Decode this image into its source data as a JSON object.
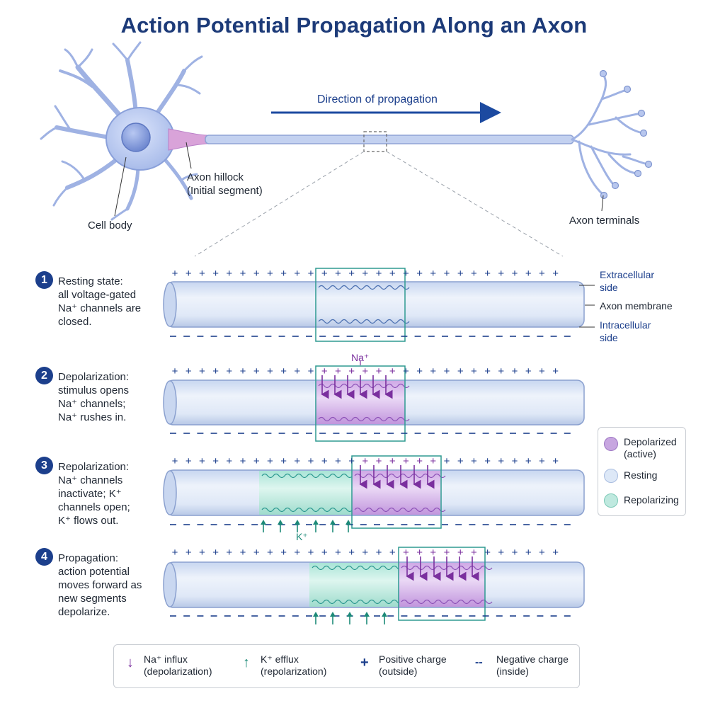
{
  "title": "Action Potential Propagation Along an Axon",
  "neuron": {
    "direction_label": "Direction of propagation",
    "cell_body_label": "Cell body",
    "hillock_label_1": "Axon hillock",
    "hillock_label_2": "(Initial segment)",
    "terminals_label": "Axon terminals"
  },
  "membrane_labels": {
    "extracellular_1": "Extracellular",
    "extracellular_2": "side",
    "membrane": "Axon membrane",
    "intracellular_1": "Intracellular",
    "intracellular_2": "side"
  },
  "ion_labels": {
    "na": "Na⁺",
    "k": "K⁺"
  },
  "steps": [
    {
      "number": "1",
      "lines": [
        "Resting state:",
        "all voltage-gated",
        "Na⁺ channels are",
        "closed."
      ]
    },
    {
      "number": "2",
      "lines": [
        "Depolarization:",
        "stimulus opens",
        "Na⁺ channels;",
        "Na⁺ rushes in."
      ]
    },
    {
      "number": "3",
      "lines": [
        "Repolarization:",
        "Na⁺ channels",
        "inactivate; K⁺",
        "channels open;",
        "K⁺ flows out."
      ]
    },
    {
      "number": "4",
      "lines": [
        "Propagation:",
        "action potential",
        "moves forward as",
        "new segments",
        "depolarize."
      ]
    }
  ],
  "state_legend": [
    {
      "label_1": "Depolarized",
      "label_2": "(active)",
      "color": "#c7a6e0"
    },
    {
      "label_1": "Resting",
      "label_2": "",
      "color": "#dde8f7"
    },
    {
      "label_1": "Repolarizing",
      "label_2": "",
      "color": "#bfe9df"
    }
  ],
  "key_legend": [
    {
      "symbol": "↓",
      "line_1": "Na⁺ influx",
      "line_2": "(depolarization)",
      "color": "#7a2f9e"
    },
    {
      "symbol": "↑",
      "line_1": "K⁺ efflux",
      "line_2": "(repolarization)",
      "color": "#1c8a78"
    },
    {
      "symbol": "+",
      "line_1": "Positive charge",
      "line_2": "(outside)",
      "color": "#1c3f8c"
    },
    {
      "symbol": "--",
      "line_1": "Negative charge",
      "line_2": "(inside)",
      "color": "#1c3f8c"
    }
  ],
  "colors": {
    "title": "#1c3a78",
    "accent_blue": "#1c3f8c",
    "neuron_fill": "#b9c9ef",
    "neuron_stroke": "#7f95cf",
    "depolarized": "#c7a6e0",
    "repolarizing": "#bfe9df",
    "resting": "#dde8f7",
    "teal": "#2e9a91",
    "purple": "#7a2f9e"
  }
}
